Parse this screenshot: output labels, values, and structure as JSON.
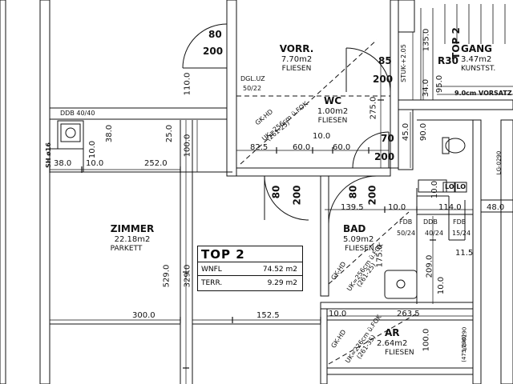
{
  "rooms": {
    "vorr": {
      "name": "VORR.",
      "area": "7.70m2",
      "floor": "FLIESEN"
    },
    "wc": {
      "name": "WC",
      "area": "1.00m2",
      "floor": "FLIESEN"
    },
    "gang": {
      "name": "GANG",
      "area": "3.47m2",
      "floor": "KUNSTST."
    },
    "zimmer": {
      "name": "ZIMMER",
      "area": "22.18m2",
      "floor": "PARKETT"
    },
    "bad": {
      "name": "BAD",
      "area": "5.09m2",
      "floor": "FLIESEN"
    },
    "ar": {
      "name": "AR",
      "area": "2.64m2",
      "floor": "FLIESEN"
    }
  },
  "doors": {
    "d1": {
      "w": "80",
      "h": "200"
    },
    "d2": {
      "w": "85",
      "h": "200"
    },
    "d3": {
      "w": "70",
      "h": "200"
    },
    "d4": {
      "w": "80",
      "h": "200"
    },
    "d5": {
      "w": "80",
      "h": "200"
    }
  },
  "top_box": {
    "title": "TOP 2",
    "rows": [
      {
        "label": "WNFL",
        "value": "74.52 m2"
      },
      {
        "label": "TERR.",
        "value": "9.29 m2"
      }
    ]
  },
  "labels": {
    "r30": "R30",
    "ddb": "DDB 40/40",
    "sh": "SH ø16",
    "dgluz": "DGL.UZ",
    "dgluz_size": "50/22",
    "stuk": "STUK-+2.05",
    "vorsatz": "9.0cm VORSATZ",
    "top_side": "TOP 2",
    "gk_vorr": [
      "GK-HD",
      "UK=256cm ü.FOK",
      "(261-25)"
    ],
    "gk_bad": [
      "GK-HD",
      "UK=256cm ü.FOK",
      "(261-25)"
    ],
    "gk_ar": [
      "GK-HD",
      "UK=226cm ü.FOK",
      "(261-35)"
    ],
    "fdb": "FDB",
    "fdb_size": "50/24",
    "ddb2": "DDB",
    "ddb2_size": "40/24",
    "fdb2": "FDB",
    "fdb2_size": "15/24",
    "ldlo": "LO LO",
    "side_lg": "LG-0290",
    "side_small": "(475/290)",
    "side_right": "LG-0290"
  },
  "dims": {
    "d110": "110.0",
    "d250": "25.0",
    "d1000": "100.0",
    "d380": "38.0",
    "d380b": "38.0",
    "d100": "10.0",
    "d100b": "10.0",
    "d2520": "252.0",
    "d825": "82.5",
    "d600": "60.0",
    "d600b": "60.0",
    "d100c": "10.0",
    "d2750": "275.0",
    "d1350": "135.0",
    "d340": "34.0",
    "d950": "95.0",
    "d450": "45.0",
    "d900": "90.0",
    "d5290": "529.0",
    "d3290": "329.0",
    "d3000": "300.0",
    "d1525": "152.5",
    "d1395": "139.5",
    "d100d": "10.0",
    "d1140": "114.0",
    "d480": "48.0",
    "d1750": "175.0",
    "d2090": "209.0",
    "d115": "11.5",
    "d100e": "10.0",
    "d100f": "10.0",
    "d2635": "263.5",
    "d1000b": "100.0",
    "d100g": "10.0"
  }
}
